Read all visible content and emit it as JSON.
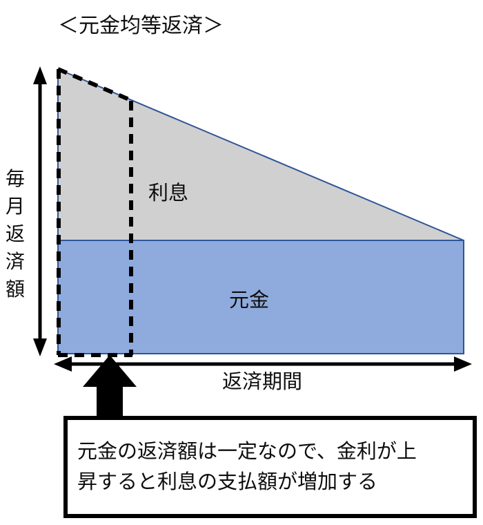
{
  "title": "＜元金均等返済＞",
  "chart_data": {
    "type": "area",
    "title": "＜元金均等返済＞",
    "xlabel": "返済期間",
    "ylabel": "毎月返済額",
    "grid": false,
    "legend": "none",
    "axis_note": "axes drawn as double-headed arrows, no tick labels",
    "series": [
      {
        "name": "元金",
        "label": "元金",
        "color": "#8FAADC",
        "border_color": "#2F5597",
        "description": "constant principal portion — rectangle of uniform height across the whole repayment period",
        "x": [
          0,
          1
        ],
        "y_bottom": [
          0,
          0
        ],
        "y_top": [
          0.5,
          0.5
        ]
      },
      {
        "name": "利息",
        "label": "利息",
        "color": "#D0D0D0",
        "border_color": "#2F5597",
        "description": "interest portion — declines linearly from maximum at start to zero at end",
        "x": [
          0,
          1
        ],
        "y_bottom": [
          0.5,
          0.5
        ],
        "y_top": [
          1.0,
          0.5
        ]
      }
    ],
    "annotations": [
      {
        "name": "first-payment-highlight",
        "style": "dashed-rectangle",
        "description": "dashed box highlighting the earliest payments at the left edge of the chart"
      },
      {
        "name": "callout-arrow",
        "style": "block-arrow-up",
        "description": "thick black arrow pointing from the callout box up to the dashed highlight box"
      }
    ]
  },
  "labels": {
    "interest": "利息",
    "principal": "元金",
    "x_axis": "返済期間",
    "y_axis": "毎月返済額",
    "y_axis_chars": [
      "毎",
      "月",
      "返",
      "済",
      "額"
    ]
  },
  "callout": {
    "line1": "元金の返済額は一定なので、金利が上",
    "line2": "昇すると利息の支払額が増加する"
  },
  "colors": {
    "principal_fill": "#8FAADC",
    "interest_fill": "#D0D0D0",
    "area_border": "#2F5597",
    "ink": "#0d0d0d",
    "background": "#ffffff"
  }
}
